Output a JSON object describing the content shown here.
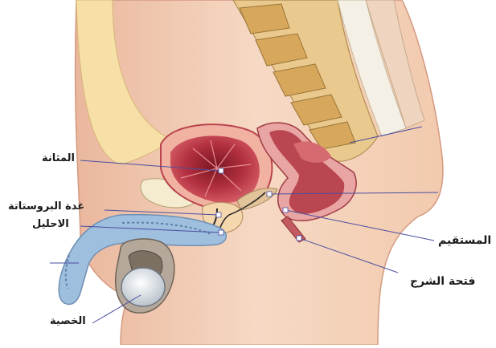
{
  "diagram": {
    "labels": {
      "bladder": "المثانة",
      "prostate": "غدة البروستاتة",
      "urethra": "الاحليل",
      "testis": "الخصية",
      "rectum": "المستقيم",
      "anus": "فتحة الشرج"
    },
    "colors": {
      "background": "#ffffff",
      "skin": "#f3d1b9",
      "bone": "#e7c27d",
      "bladder": "#c23a46",
      "rectum": "#b74a4f",
      "duct": "#8fb0d3",
      "leader_line": "#4a4ea0"
    }
  }
}
